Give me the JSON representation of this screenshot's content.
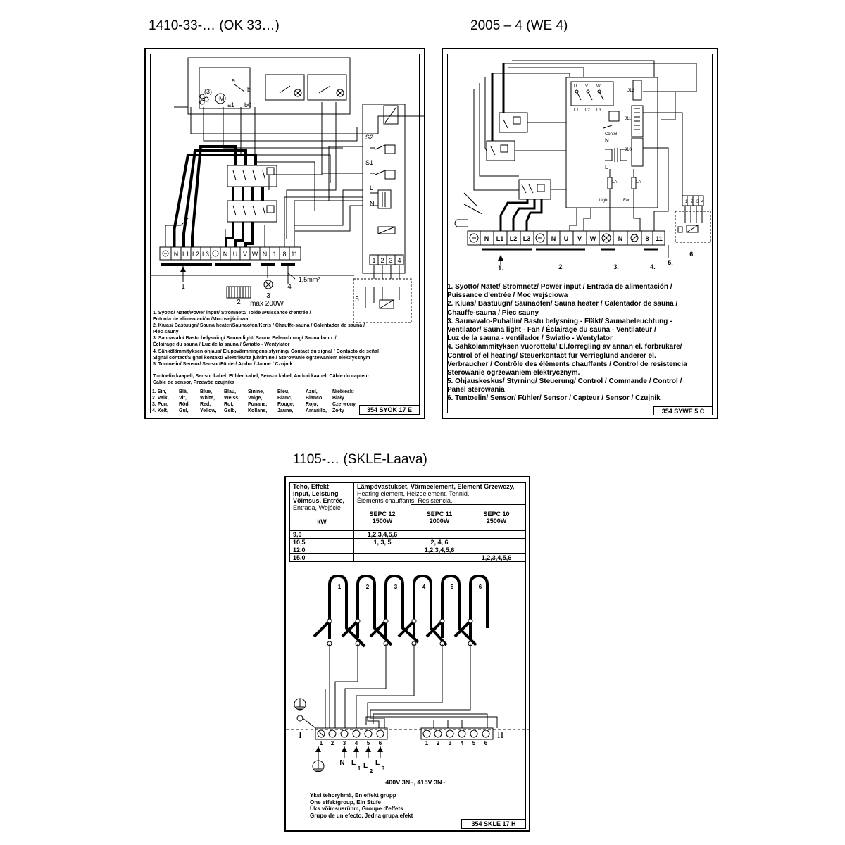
{
  "captions": {
    "left": "1410-33-… (OK 33…)",
    "right": "2005 – 4 (WE 4)",
    "bottom": "1105-… (SKLE-Laava)"
  },
  "panel1": {
    "terminals": [
      "N",
      "L1",
      "L2",
      "L3",
      "N",
      "U",
      "V",
      "W",
      "N",
      "1",
      "8",
      "11"
    ],
    "relay_labels": {
      "l1": "1",
      "l2": "2",
      "l3": "3",
      "a": "a",
      "b": "b",
      "a1": "a1",
      "b0": "b0",
      "m": "M",
      "p3": "(3)"
    },
    "ctrl_labels": [
      "S2",
      "S1",
      "L",
      "N"
    ],
    "sensor_pins": [
      "1",
      "2",
      "3",
      "4"
    ],
    "callouts": {
      "c1": "1",
      "c2": "2",
      "c3": "3",
      "c4": "4",
      "c5": "5",
      "wire": "1,5mm²",
      "lamp": "max 200W"
    },
    "legend": [
      "1. Syöttö/ Nätet/Power input/ Stromnetz/ Toide /Puissance d'entrée /",
      "    Entrada de alimentación /Moc wejściowa",
      "2. Kiuas/ Bastuugn/ Sauna heater/Saunaofen/Keris / Chauffe-sauna / Calentador de sauna /",
      "    Piec sauny",
      "3. Saunavalo/ Bastu belysning/ Sauna light/ Sauna Beleuchtung/ Sauna lamp. /",
      "    Éclairage du sauna / Luz de la sauna / Światło - Wentylator",
      "4. Sähkölämmityksen ohjaus/ Eluppvärmningens styrning/ Contact du signal / Contacto de señal",
      "    Signal contact/Signal kontakt/ Elektrikütte juhtimine / Sterowanie ogrzewaniem elektrycznym",
      "5. Tuntoelin/ Sensor/ Sensor/Fühler/ Andur / Jaune / Czujnik"
    ],
    "cable_title": "Tuntoelin kaapeli, Sensor kabel, Fühler kabel, Sensor kabel, Anduri kaabel, Câble du capteur",
    "cable_title2": "Cable de sensor, Przewód czujnika",
    "cable_rows": [
      [
        "1. Sin,",
        "Blå,",
        "Blue,",
        "Blau,",
        "Sinine,",
        "Bleu,",
        "Azul,",
        "Niebieski"
      ],
      [
        "2. Valk,",
        "Vit,",
        "White,",
        "Weiss,",
        "Valge,",
        "Blanc,",
        "Blanco,",
        "Biały"
      ],
      [
        "3. Pun,",
        "Röd,",
        "Red,",
        "Rot,",
        "Punane,",
        "Rouge,",
        "Rojo,",
        "Czerwony"
      ],
      [
        "4. Kelt,",
        "Gul,",
        "Yellow,",
        "Gelb,",
        "Kollane,",
        "Jaune,",
        "Amarillo,",
        "Żółty"
      ]
    ],
    "ref": "354 SYOK 17 E"
  },
  "panel2": {
    "terminals": [
      "N",
      "L1",
      "L2",
      "L3",
      "N",
      "U",
      "V",
      "W",
      "N",
      "N",
      "8",
      "11"
    ],
    "numbers": [
      "1.",
      "2.",
      "3.",
      "4.",
      "5.",
      "6."
    ],
    "board_labels": [
      "U",
      "V",
      "W",
      "L1",
      "L2",
      "L3",
      "Contol",
      "N",
      "L",
      "J12",
      "J11",
      "J10",
      "1A",
      "1A",
      "Light",
      "Fan"
    ],
    "sensor_pins": [
      "1",
      "2",
      "3",
      "4"
    ],
    "legend": [
      "1. Syöttö/ Nätet/ Stromnetz/ Power input / Entrada de alimentación /",
      "    Puissance d'entrée / Moc wejściowa",
      "2. Kiuas/ Bastuugn/ Saunaofen/ Sauna heater / Calentador de sauna /",
      "    Chauffe-sauna / Piec sauny",
      "3. Saunavalo-Puhallin/ Bastu belysning - Fläkt/ Saunabeleuchtung -",
      "    Ventilator/ Sauna light - Fan / Éclairage du sauna - Ventilateur /",
      "    Luz de la sauna - ventilador / Światło - Wentylator",
      "4. Sähkölämmityksen vuorottelu/ El.förregling av annan el. förbrukare/",
      "    Control of el heating/ Steuerkontact für Verrieglund anderer el.",
      "    Verbraucher / Contrôle des éléments chauffants / Control de resistencia",
      "    Sterowanie ogrzewaniem elektrycznym.",
      "5. Ohjauskeskus/ Styrning/ Steuerung/ Control / Commande / Control /",
      "    Panel sterowania",
      "6. Tuntoelin/ Sensor/ Fühler/ Sensor / Capteur / Sensor / Czujnik"
    ],
    "ref": "354 SYWE 5 C"
  },
  "panel3": {
    "table": {
      "h_power": [
        "Teho, Effekt",
        "Input, Leistung",
        "Võimsus, Entrée,",
        "Entrada, Wejście"
      ],
      "h_elements": [
        "Lämpövastukset, Värmeelement, Element Grzewczy,",
        "Heating element, Heizeelement, Tennid,",
        "Éléments chauffants, Resistencia,"
      ],
      "unit": "kW",
      "models": [
        [
          "SEPC 12",
          "1500W"
        ],
        [
          "SEPC 11",
          "2000W"
        ],
        [
          "SEPC 10",
          "2500W"
        ]
      ],
      "rows": [
        [
          "9,0",
          "1,2,3,4,5,6",
          "",
          ""
        ],
        [
          "10,5",
          "1, 3, 5",
          "2, 4, 6",
          ""
        ],
        [
          "12,0",
          "",
          "1,2,3,4,5,6",
          ""
        ],
        [
          "15,0",
          "",
          "",
          "1,2,3,4,5,6"
        ]
      ]
    },
    "element_numbers": [
      "1",
      "2",
      "3",
      "4",
      "5",
      "6"
    ],
    "block1_pins": [
      "1",
      "2",
      "3",
      "4",
      "5",
      "6"
    ],
    "block2_pins": [
      "1",
      "2",
      "3",
      "4",
      "5",
      "6"
    ],
    "roman1": "I",
    "roman2": "II",
    "phase_labels": {
      "n": "N",
      "l": "L",
      "s1": "1",
      "s2": "2",
      "s3": "3"
    },
    "voltage": "400V 3N~, 415V 3N~",
    "group_text": [
      "Yksi tehoryhmä, En effekt grupp",
      "One effektgroup, Ein Stufe",
      "Üks võimsusrühm, Groupe d'effets",
      "Grupo de un efecto, Jedna grupa efekt"
    ],
    "ref": "354 SKLE 17 H"
  }
}
